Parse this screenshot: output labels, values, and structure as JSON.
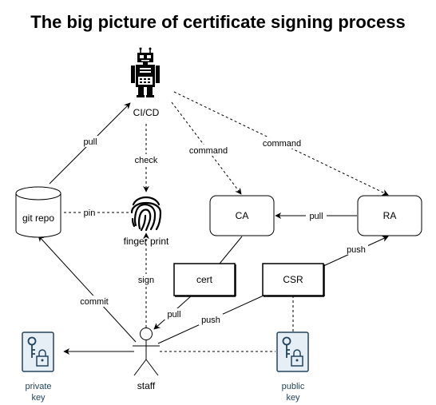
{
  "title": "The big picture of certificate signing process",
  "nodes": {
    "cicd": "CI/CD",
    "git_repo": "git repo",
    "fingerprint": "finger print",
    "ca": "CA",
    "ra": "RA",
    "cert": "cert",
    "csr": "CSR",
    "staff": "staff",
    "private_key": [
      "private",
      "key"
    ],
    "public_key": [
      "public",
      "key"
    ]
  },
  "edges": {
    "pull_git_cicd": "pull",
    "check": "check",
    "command_ca": "command",
    "command_ra": "command",
    "pin": "pin",
    "pull_ra_ca": "pull",
    "push_csr_ra": "push",
    "sign": "sign",
    "commit": "commit",
    "pull_cert": "pull",
    "push_staff_csr": "push"
  },
  "colors": {
    "key_icon": "#23445d",
    "key_fill": "#e6eef6"
  }
}
